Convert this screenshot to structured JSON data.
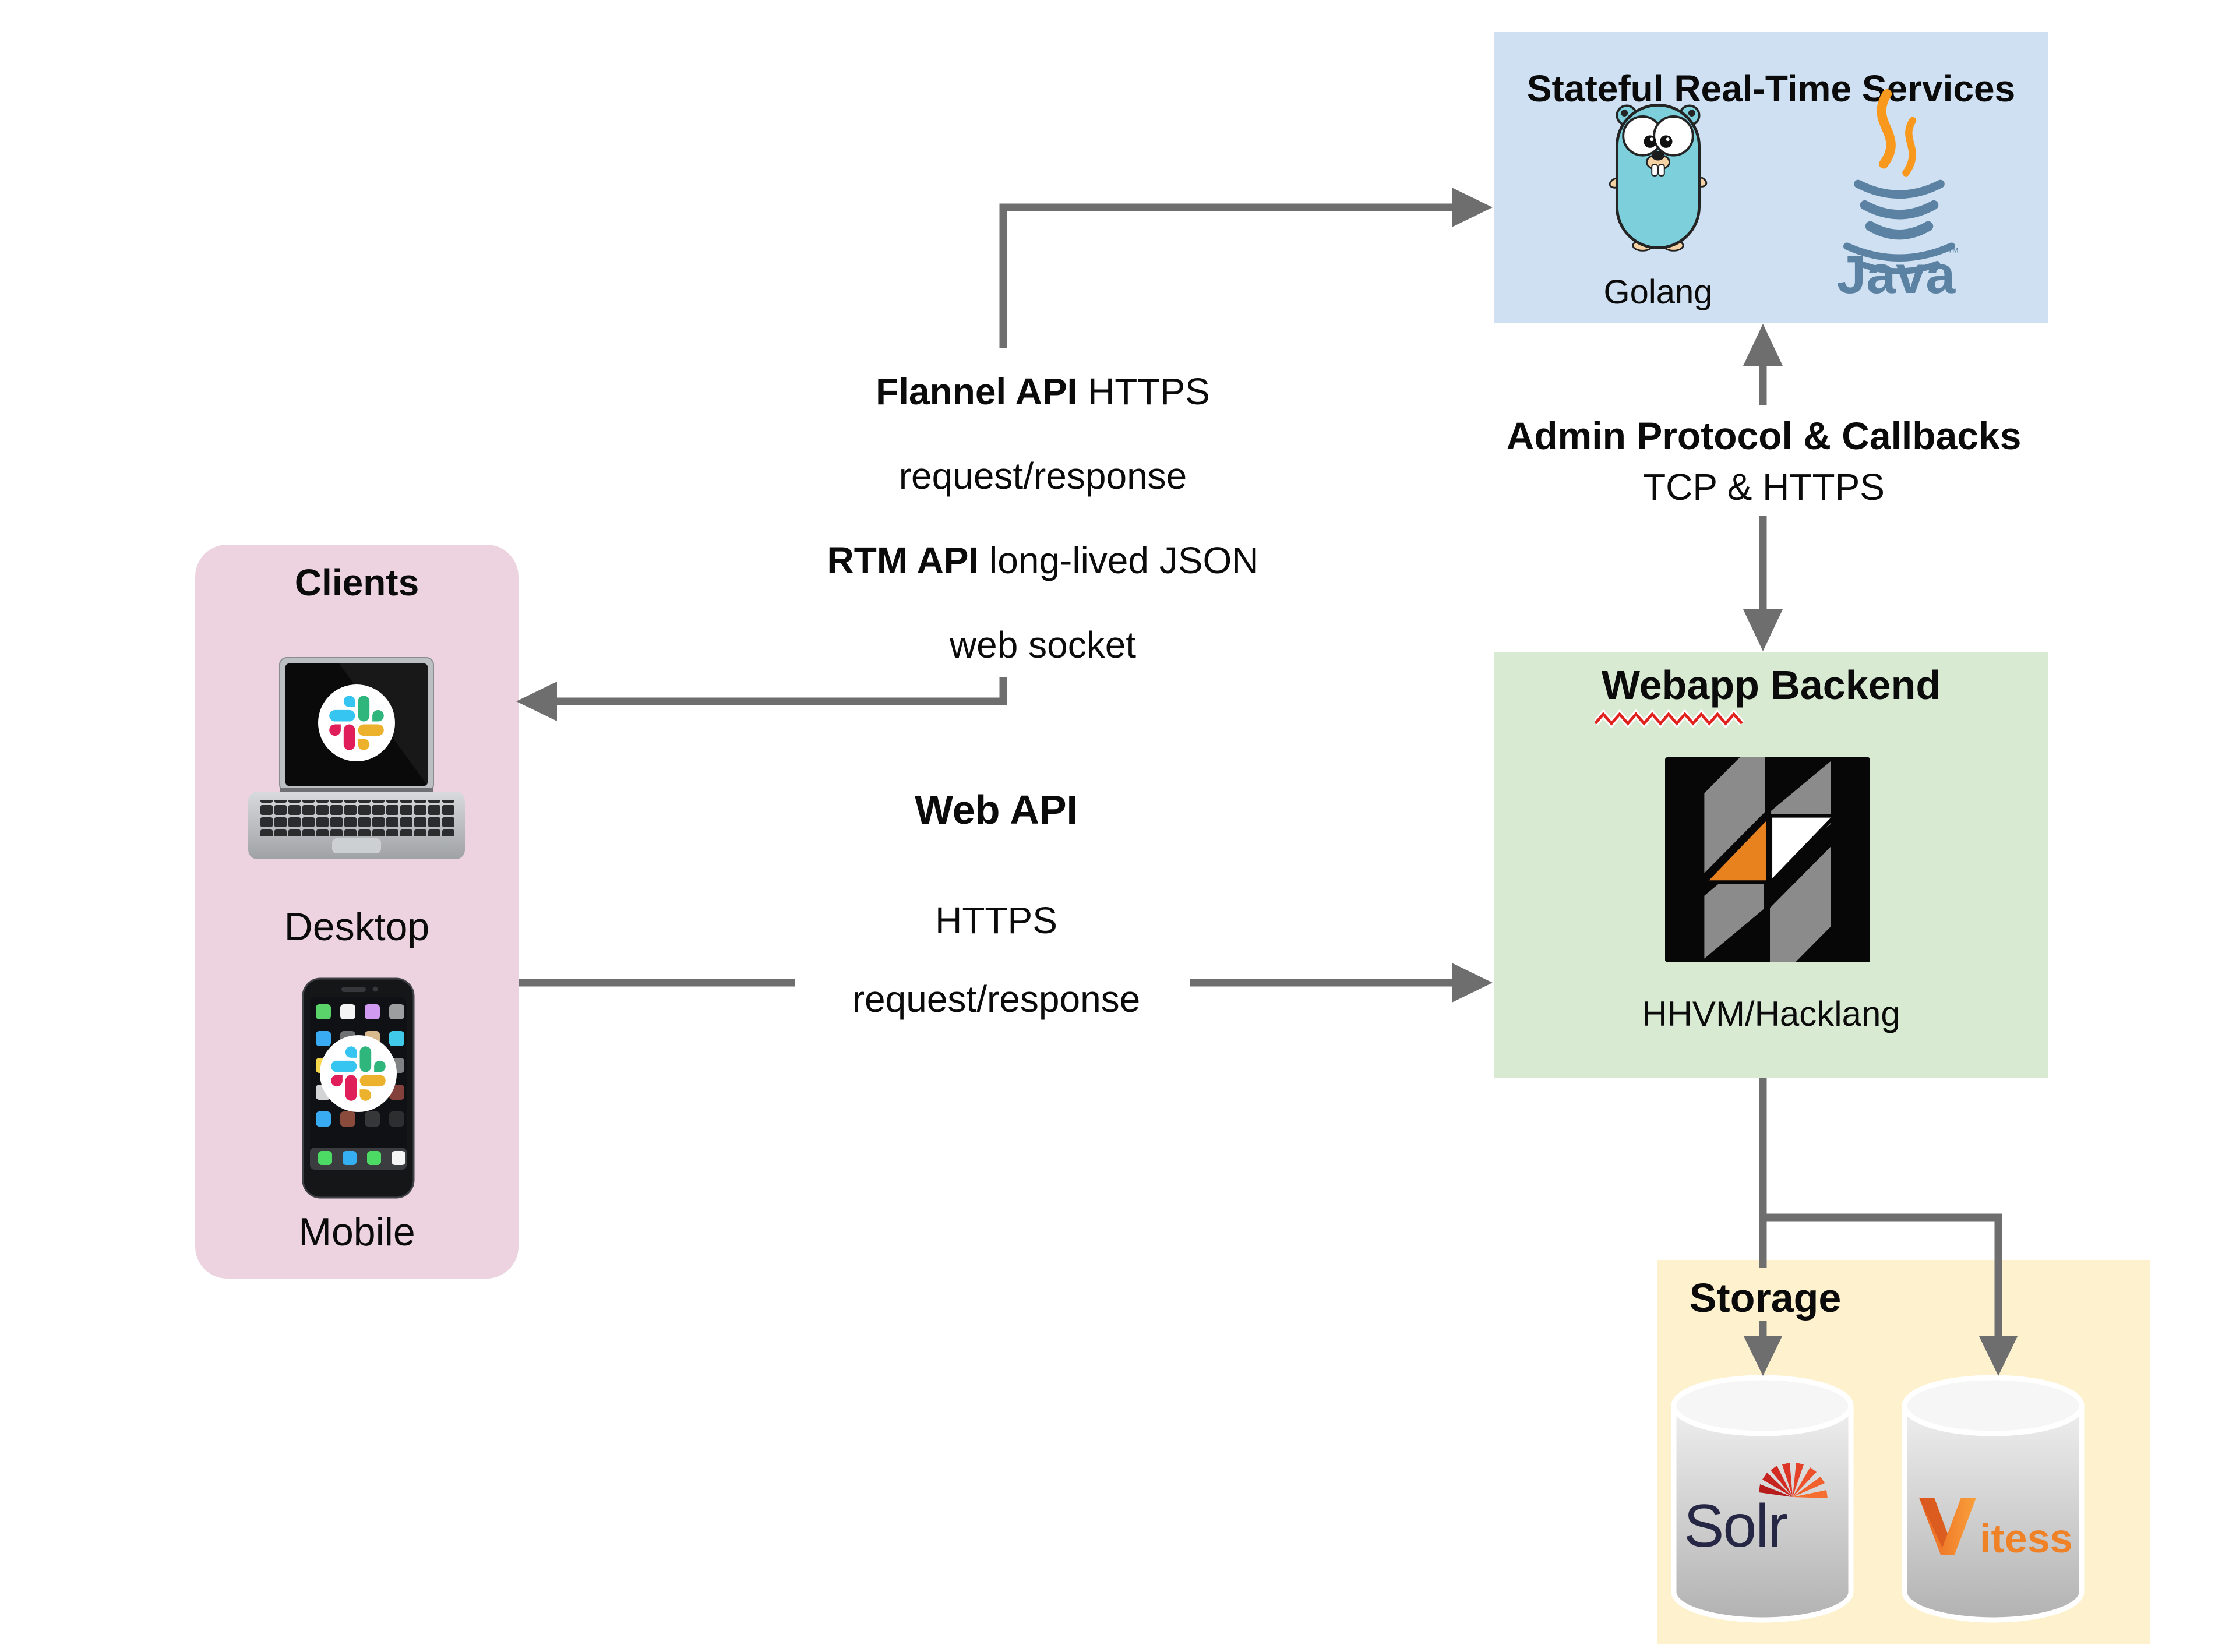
{
  "nodes": {
    "clients": {
      "title": "Clients",
      "items": [
        {
          "label": "Desktop",
          "icon": "laptop-slack-icon"
        },
        {
          "label": "Mobile",
          "icon": "phone-slack-icon"
        }
      ]
    },
    "realtime": {
      "title": "Stateful Real-Time Services",
      "items": [
        {
          "label": "Golang",
          "icon": "gopher-icon"
        },
        {
          "label": "Java",
          "trademark": "™",
          "icon": "java-icon"
        }
      ]
    },
    "webapp": {
      "title_word_underlined": "Webapp",
      "title_rest": " Backend",
      "items": [
        {
          "label": "HHVM/Hacklang",
          "icon": "hhvm-icon"
        }
      ]
    },
    "storage": {
      "title": "Storage",
      "items": [
        {
          "label": "Solr",
          "icon": "solr-database-cylinder"
        },
        {
          "wordmark_tail": "itess",
          "icon": "vitess-database-cylinder"
        }
      ]
    }
  },
  "edges": {
    "flannel": {
      "line1_bold": "Flannel API",
      "line1_rest": " HTTPS",
      "line2": "request/response",
      "line3_bold": "RTM API",
      "line3_rest": " long-lived JSON",
      "line4": "web socket"
    },
    "admin": {
      "line1": "Admin Protocol & Callbacks",
      "line2": "TCP & HTTPS"
    },
    "webapi": {
      "line1": "Web API",
      "line2": "HTTPS",
      "line3": "request/response"
    }
  },
  "colors": {
    "arrow": "#6e6e6e",
    "box-clients": "#ecd3df",
    "box-realtime": "#cfe0f2",
    "box-webapp": "#d9ead3",
    "box-storage": "#fdf2cd",
    "slack-blue": "#36C5F0",
    "slack-green": "#2EB67D",
    "slack-yellow": "#ECB22E",
    "slack-red": "#E01E5A",
    "java-blue": "#5b82a2",
    "java-orange": "#f8981d",
    "gopher-teal": "#7ecfdc",
    "hhvm-orange": "#e8821e",
    "hhvm-gray": "#8b8b8b",
    "solr-navy": "#262645",
    "vitess-orange": "#ef8227",
    "squiggle-red": "#e0231e"
  }
}
